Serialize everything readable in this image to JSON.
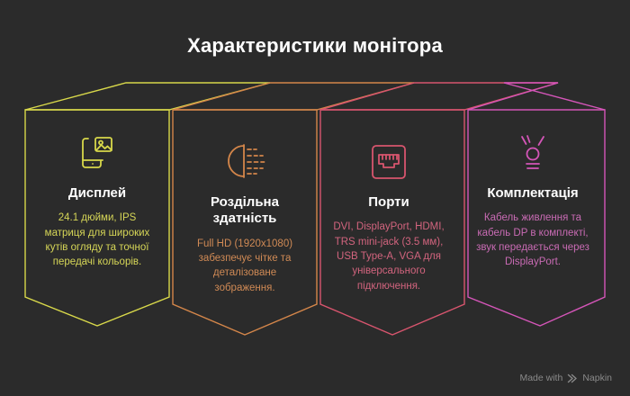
{
  "title": "Характеристики монітора",
  "background_color": "#2b2b2b",
  "title_color": "#ffffff",
  "panels": [
    {
      "id": "display",
      "icon": "phone-photo-icon",
      "title": "Дисплей",
      "body": "24.1 дюйми, IPS матриця для широких кутів огляду та точної передачі кольорів.",
      "color": "#d8d84a",
      "body_color": "#d6d657"
    },
    {
      "id": "resolution",
      "icon": "resolution-pixels-icon",
      "title": "Роздільна здатність",
      "body": "Full HD (1920x1080) забезпечує чітке та деталізоване зображення.",
      "color": "#d4864a",
      "body_color": "#d08a55"
    },
    {
      "id": "ports",
      "icon": "ethernet-port-icon",
      "title": "Порти",
      "body": "DVI, DisplayPort, HDMI, TRS mini-jack (3.5 мм), USB Type-A, VGA для універсального підключення.",
      "color": "#d8556e",
      "body_color": "#d2647e"
    },
    {
      "id": "package",
      "icon": "lightbulb-idea-icon",
      "title": "Комплектація",
      "body": "Кабель живлення та кабель DP в комплекті, звук передається через DisplayPort.",
      "color": "#d455b8",
      "body_color": "#c96bb4"
    }
  ],
  "footer": {
    "made_with": "Made with",
    "brand": "Napkin",
    "logo_icon": "napkin-chevrons-logo",
    "color": "#8a8a8a"
  }
}
